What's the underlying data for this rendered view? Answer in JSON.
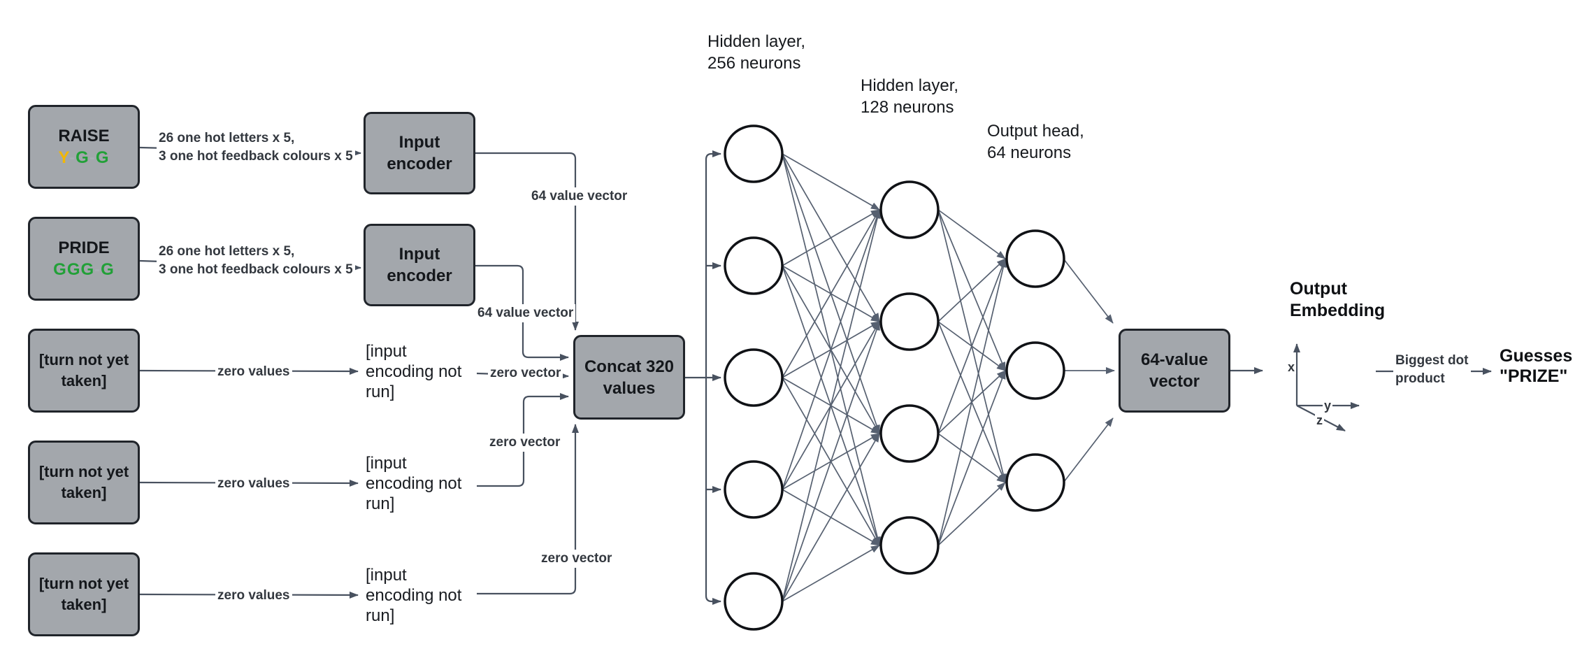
{
  "labels": {
    "onehot_line1": "26 one hot letters x 5,",
    "onehot_line2": "3 one hot feedback colours x 5",
    "zero_values": "zero values",
    "vector64": "64 value vector",
    "zero_vector": "zero vector",
    "biggest_dot_line1": "Biggest dot",
    "biggest_dot_line2": "product"
  },
  "boxes": {
    "guess1": {
      "word": "RAISE",
      "feedback": [
        {
          "ch": "Y",
          "color": "#F2B705"
        },
        {
          "ch": "-",
          "color": "#A9AEB4"
        },
        {
          "ch": "G",
          "color": "#22A038"
        },
        {
          "ch": "-",
          "color": "#A9AEB4"
        },
        {
          "ch": "G",
          "color": "#22A038"
        }
      ]
    },
    "guess2": {
      "word": "PRIDE",
      "feedback": [
        {
          "ch": "G",
          "color": "#22A038"
        },
        {
          "ch": "G",
          "color": "#22A038"
        },
        {
          "ch": "G",
          "color": "#22A038"
        },
        {
          "ch": "-",
          "color": "#A9AEB4"
        },
        {
          "ch": "G",
          "color": "#22A038"
        }
      ]
    },
    "turn_placeholder": {
      "line1": "[turn not yet",
      "line2": "taken]"
    },
    "input_encoder": {
      "line1": "Input",
      "line2": "encoder"
    },
    "concat": {
      "line1": "Concat 320",
      "line2": "values"
    },
    "output_vector": {
      "line1": "64-value",
      "line2": "vector"
    }
  },
  "notes": {
    "input_not_run": {
      "line1": "[input",
      "line2": "encoding not",
      "line3": "run]"
    }
  },
  "network": {
    "layer1_label": {
      "line1": "Hidden layer,",
      "line2": "256 neurons"
    },
    "layer2_label": {
      "line1": "Hidden layer,",
      "line2": "128 neurons"
    },
    "layer3_label": {
      "line1": "Output head,",
      "line2": "64 neurons"
    },
    "layer1_count": 5,
    "layer2_count": 4,
    "layer3_count": 3
  },
  "output": {
    "embedding_line1": "Output",
    "embedding_line2": "Embedding",
    "axes": {
      "x": "x",
      "y": "y",
      "z": "z"
    },
    "guess_line1": "Guesses",
    "guess_line2": "\"PRIZE\""
  },
  "colors": {
    "box_fill": "#A3A7AC",
    "box_border": "#20242A",
    "edge": "#48515F",
    "net_edge": "#566070",
    "yellow": "#F2B705",
    "green": "#22A038",
    "dash_grey": "#A9AEB4"
  }
}
